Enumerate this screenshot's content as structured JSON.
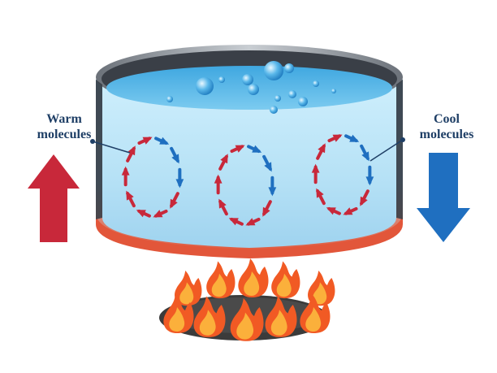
{
  "labels": {
    "warm": [
      "Warm",
      "molecules"
    ],
    "cool": [
      "Cool",
      "molecules"
    ]
  },
  "colors": {
    "warm_arrow": "#c8283a",
    "cool_arrow": "#1f6fc0",
    "water": "#a9d9f3",
    "water_surface": "#6cc0ea",
    "pot_wall": "#3a3f47",
    "pot_heat_band": "#e2563a",
    "flame_outer": "#f15a24",
    "flame_inner": "#fbb03b",
    "burner": "#3b3b3b",
    "label_text": "#1f3f66"
  },
  "icons": [
    "warm-up-arrow-icon",
    "cool-down-arrow-icon",
    "flame-icon",
    "bubble-icon"
  ]
}
